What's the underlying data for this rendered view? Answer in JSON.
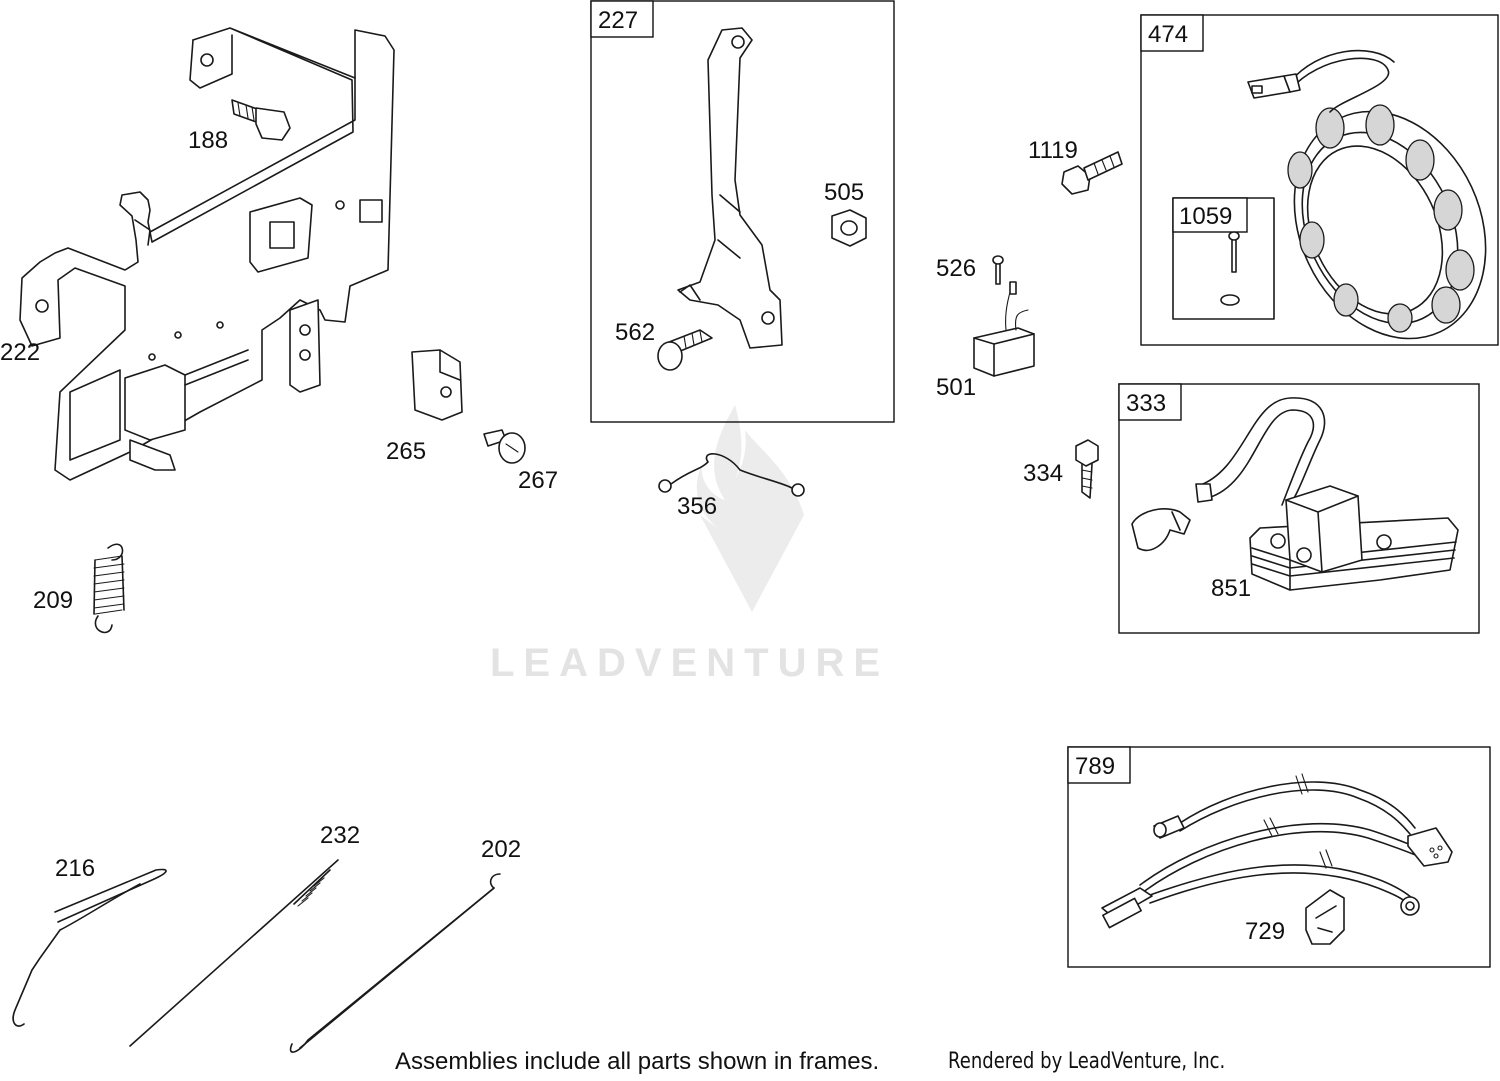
{
  "diagram": {
    "watermark": "LEADVENTURE",
    "callouts": {
      "p188": "188",
      "p222": "222",
      "p209": "209",
      "p265": "265",
      "p267": "267",
      "p562": "562",
      "p505": "505",
      "p356": "356",
      "p1119": "1119",
      "p526": "526",
      "p501": "501",
      "p1059": "1059",
      "p334": "334",
      "p851": "851",
      "p216": "216",
      "p232": "232",
      "p202": "202",
      "p729": "729"
    },
    "frames": {
      "f227": "227",
      "f474": "474",
      "f1059": "1059",
      "f333": "333",
      "f789": "789"
    }
  },
  "footer": {
    "note": "Assemblies include all parts shown in frames.",
    "credit": "Rendered by LeadVenture, Inc."
  }
}
